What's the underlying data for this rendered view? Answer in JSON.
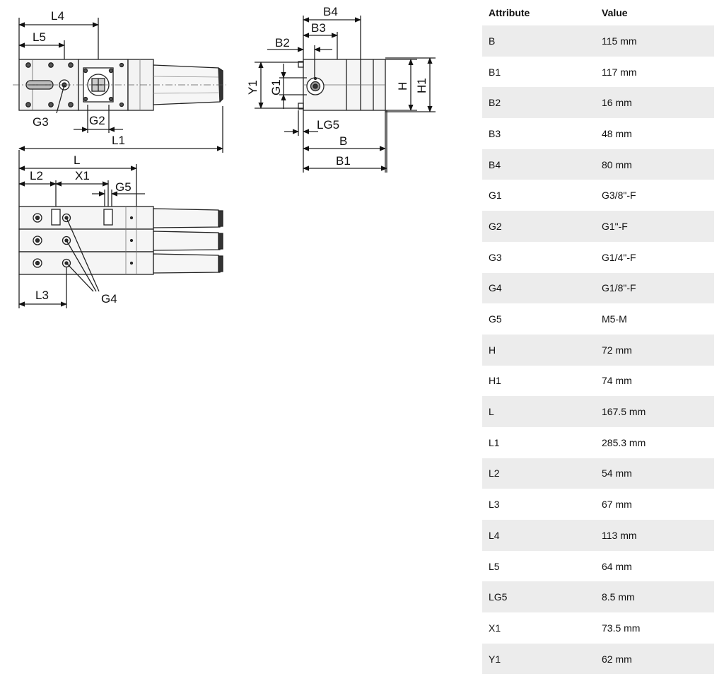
{
  "drawing": {
    "labels": {
      "L4": "L4",
      "L5": "L5",
      "G3": "G3",
      "G2": "G2",
      "L1": "L1",
      "L": "L",
      "L2": "L2",
      "X1": "X1",
      "G5": "G5",
      "L3": "L3",
      "G4": "G4",
      "B4": "B4",
      "B3": "B3",
      "B2": "B2",
      "Y1": "Y1",
      "G1": "G1",
      "H": "H",
      "H1": "H1",
      "LG5": "LG5",
      "B": "B",
      "B1": "B1"
    }
  },
  "table": {
    "headers": [
      "Attribute",
      "Value"
    ],
    "rows": [
      [
        "B",
        "115 mm"
      ],
      [
        "B1",
        "117 mm"
      ],
      [
        "B2",
        "16 mm"
      ],
      [
        "B3",
        "48 mm"
      ],
      [
        "B4",
        "80 mm"
      ],
      [
        "G1",
        "G3/8\"-F"
      ],
      [
        "G2",
        "G1\"-F"
      ],
      [
        "G3",
        "G1/4\"-F"
      ],
      [
        "G4",
        "G1/8\"-F"
      ],
      [
        "G5",
        "M5-M"
      ],
      [
        "H",
        "72 mm"
      ],
      [
        "H1",
        "74 mm"
      ],
      [
        "L",
        "167.5 mm"
      ],
      [
        "L1",
        "285.3 mm"
      ],
      [
        "L2",
        "54 mm"
      ],
      [
        "L3",
        "67 mm"
      ],
      [
        "L4",
        "113 mm"
      ],
      [
        "L5",
        "64 mm"
      ],
      [
        "LG5",
        "8.5 mm"
      ],
      [
        "X1",
        "73.5 mm"
      ],
      [
        "Y1",
        "62 mm"
      ]
    ]
  }
}
